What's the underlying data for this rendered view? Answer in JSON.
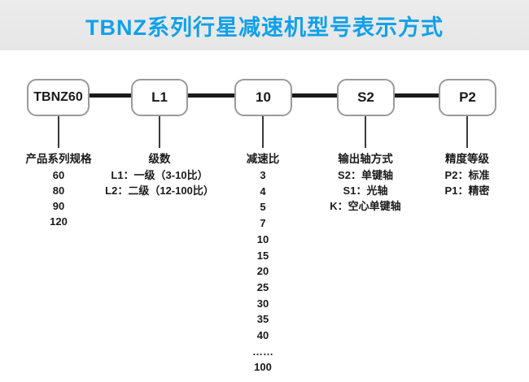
{
  "title": "TBNZ系列行星减速机型号表示方式",
  "colors": {
    "accent_blue": "#12a0e8",
    "banner_bg": "#e8e8e8",
    "line_black": "#1a1a1a",
    "box_border": "#9a9a9a"
  },
  "model_boxes": [
    {
      "label": "TBNZ60"
    },
    {
      "label": "L1"
    },
    {
      "label": "10"
    },
    {
      "label": "S2"
    },
    {
      "label": "P2"
    }
  ],
  "columns": [
    {
      "heading": "产品系列规格",
      "items": [
        "60",
        "80",
        "90",
        "120"
      ]
    },
    {
      "heading": "级数",
      "items": [
        "L1：一级（3-10比）",
        "L2：二级（12-100比）"
      ]
    },
    {
      "heading": "减速比",
      "items": [
        "3",
        "4",
        "5",
        "7",
        "10",
        "15",
        "20",
        "25",
        "30",
        "35",
        "40",
        "……",
        "100"
      ]
    },
    {
      "heading": "输出轴方式",
      "items": [
        "S2：单键轴",
        "S1：光轴",
        "K：空心单键轴"
      ]
    },
    {
      "heading": "精度等级",
      "items": [
        "P2：标准",
        "P1：精密"
      ]
    }
  ]
}
